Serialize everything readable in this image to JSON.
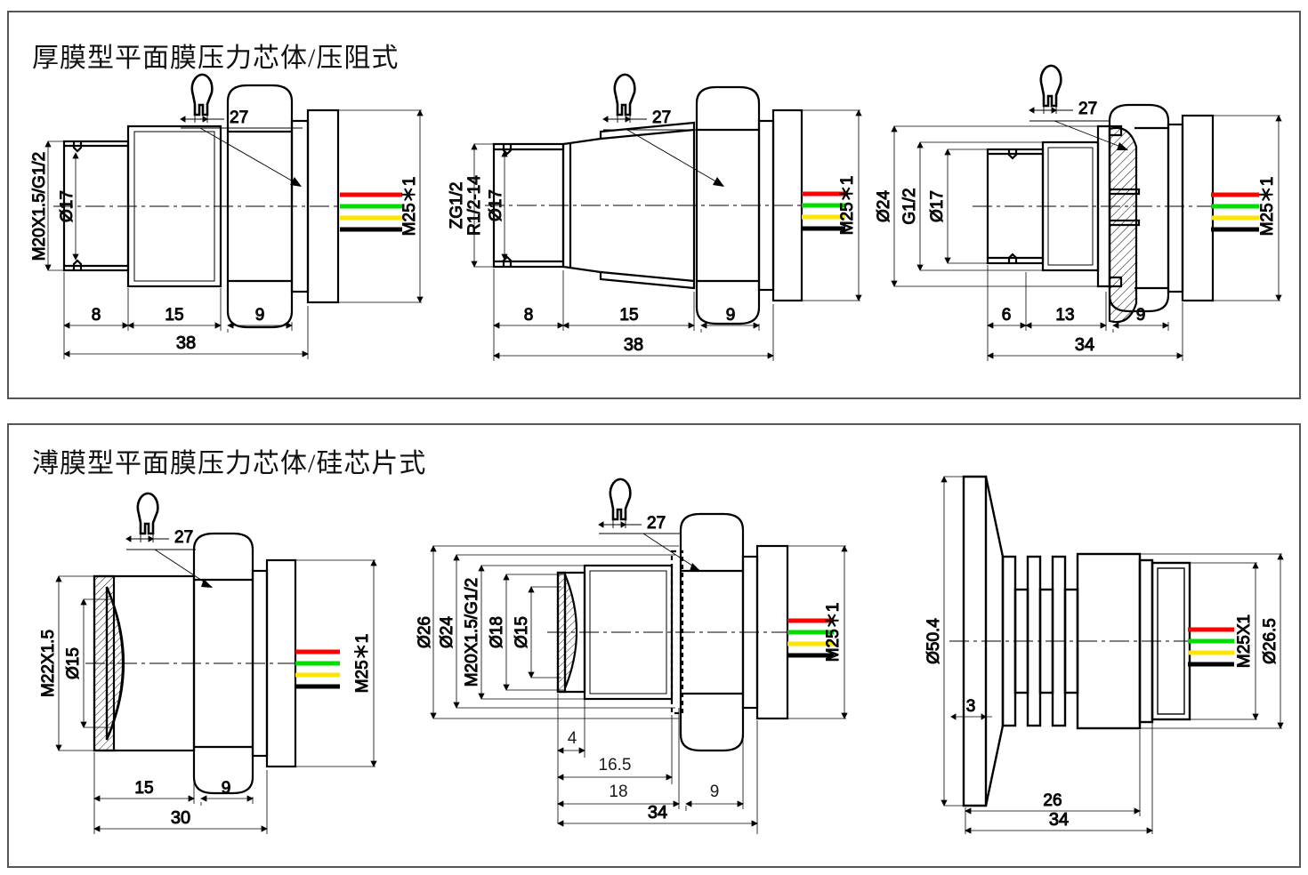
{
  "page": {
    "background": "#ffffff",
    "line_color": "#000000",
    "panel_border_color": "#555555"
  },
  "wire_colors": {
    "wire1": "#ff0000",
    "wire2": "#00dd00",
    "wire3": "#ffe400",
    "wire4": "#000000",
    "names": [
      "red-wire",
      "green-wire",
      "yellow-wire",
      "black-wire"
    ]
  },
  "panels": [
    {
      "id": "panel-1",
      "title": "厚膜型平面膜压力芯体/压阻式",
      "figures": [
        {
          "id": "fig-1-1",
          "name": "thickfilm-m20-sensor",
          "wrench_label": "27",
          "left_labels": [
            "M20X1.5/G1/2",
            "Ø17"
          ],
          "right_labels": [
            "M25＊1"
          ],
          "chain_dims": [
            "8",
            "15",
            "9"
          ],
          "overall_dim": "38"
        },
        {
          "id": "fig-1-2",
          "name": "thickfilm-zg12-taper-sensor",
          "wrench_label": "27",
          "left_labels": [
            "ZG1/2",
            "R1/2-14",
            "Ø17"
          ],
          "right_labels": [
            "M25＊1"
          ],
          "chain_dims": [
            "8",
            "15",
            "9"
          ],
          "overall_dim": "38"
        },
        {
          "id": "fig-1-3",
          "name": "thickfilm-g12-section-sensor",
          "wrench_label": "27",
          "left_labels": [
            "Ø24",
            "G1/2",
            "Ø17"
          ],
          "right_labels": [
            "M25＊1"
          ],
          "chain_dims": [
            "6",
            "13",
            "9"
          ],
          "overall_dim": "34"
        }
      ]
    },
    {
      "id": "panel-2",
      "title": "溥膜型平面膜压力芯体/硅芯片式",
      "figures": [
        {
          "id": "fig-2-1",
          "name": "thinfilm-m22-sensor",
          "wrench_label": "27",
          "left_labels": [
            "M22X1.5",
            "Ø15"
          ],
          "right_labels": [
            "M25＊1"
          ],
          "chain_dims": [
            "15",
            "9"
          ],
          "overall_dim": "30"
        },
        {
          "id": "fig-2-2",
          "name": "thinfilm-m20-flush-sensor",
          "wrench_label": "27",
          "left_labels": [
            "Ø26",
            "Ø24",
            "M20X1.5/G1/2",
            "Ø18",
            "Ø15"
          ],
          "right_labels": [
            "M25＊1"
          ],
          "chain_dims": [
            "4",
            "16.5",
            "18",
            "9"
          ],
          "overall_dim": "34"
        },
        {
          "id": "fig-2-3",
          "name": "thinfilm-flange-sensor",
          "wrench_label": "",
          "left_labels": [
            "Ø50.4",
            "3"
          ],
          "right_labels": [
            "M25X1",
            "Ø26.5"
          ],
          "chain_dims": [
            "26"
          ],
          "overall_dim": "34"
        }
      ]
    }
  ]
}
